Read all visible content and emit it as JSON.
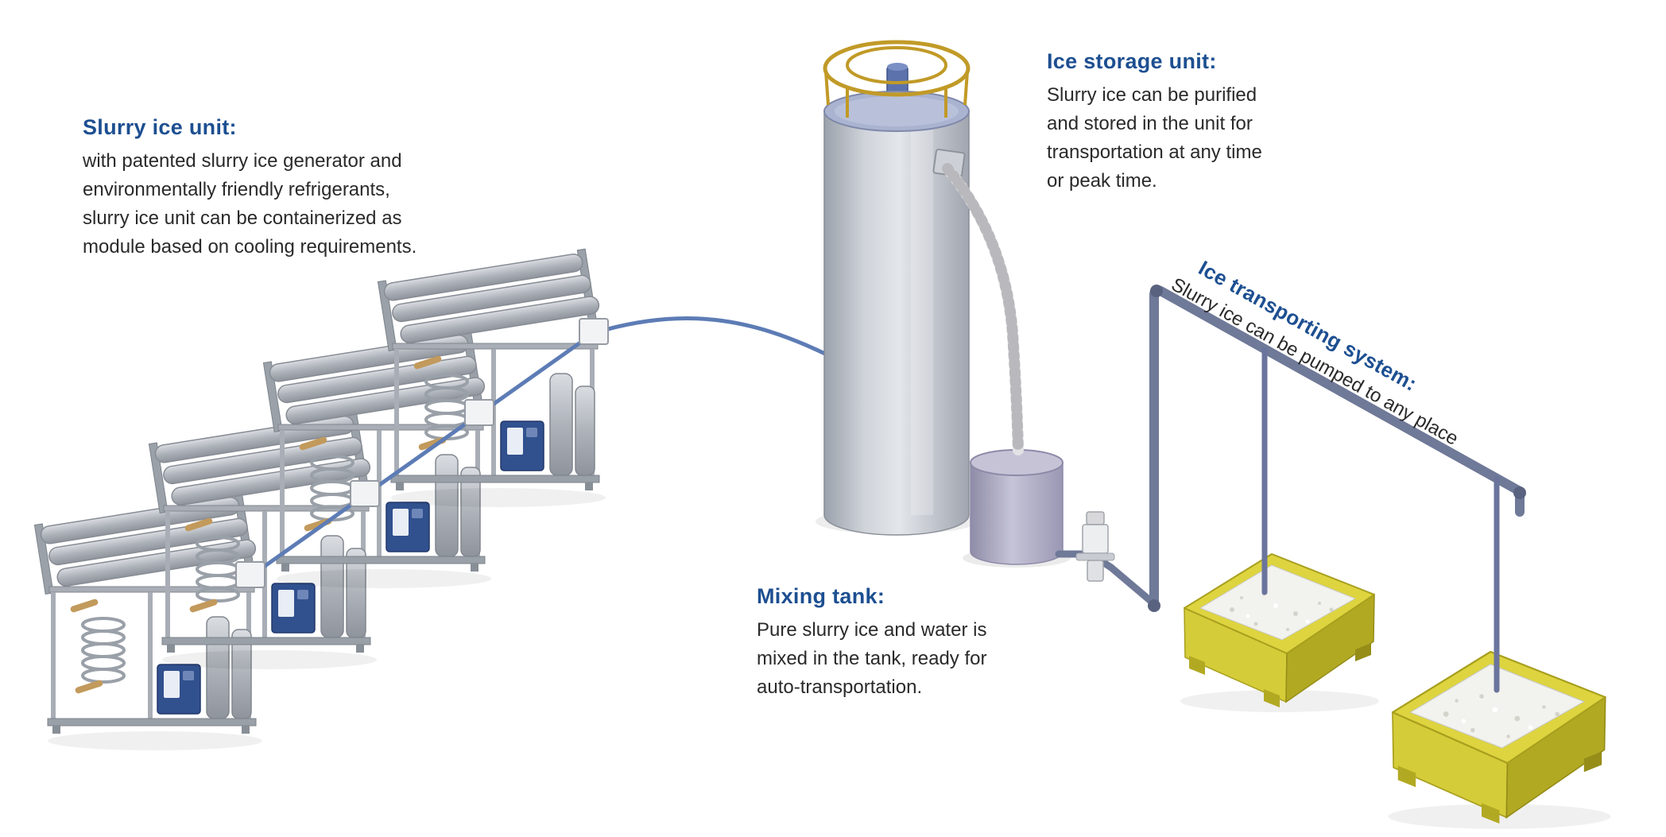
{
  "figure_type": "process-flow-diagram",
  "annotations": {
    "slurry_unit": {
      "heading": "Slurry ice unit:",
      "body_lines": [
        "with patented slurry ice generator and",
        "environmentally friendly refrigerants,",
        "slurry ice unit can be containerized as",
        "module based on cooling requirements."
      ]
    },
    "ice_storage": {
      "heading": "Ice storage unit:",
      "body_lines": [
        "Slurry ice can be purified",
        "and stored in the unit for",
        "transportation at any time",
        "or peak time."
      ]
    },
    "mixing_tank": {
      "heading": "Mixing tank:",
      "body_lines": [
        "Pure slurry ice and water is",
        "mixed in the tank, ready for",
        "auto-transportation."
      ]
    },
    "ice_transport": {
      "heading": "Ice transporting system:",
      "body": "Slurry ice can be pumped to any place",
      "rotation_deg": 29
    }
  },
  "components": [
    "slurry-ice-generator-modules (4 units)",
    "collector-pipe",
    "ice-storage-tank with guard rail and agitator motor",
    "discharge-hose",
    "mixing-tank",
    "transport-pump",
    "ice-transport-pipes with two drop pipes",
    "ice-bin-1",
    "ice-bin-2"
  ],
  "colors": {
    "heading_blue": "#1d4f91",
    "body_text": "#2a2a2a",
    "tank_gray": "#c9cdd4",
    "rail_gold": "#c19a27",
    "mixing_lavender": "#b3b0c9",
    "pipe_blue": "#5d7cb5",
    "pipe_slate": "#6f7998",
    "drop_pipe": "#6a749c",
    "bin_yellow": "#d5cc39",
    "bin_yellow_dark": "#b2a923",
    "ice_white": "#f2f2ee",
    "machine_gray": "#b4b8bf",
    "pump_blue": "#31508e"
  }
}
